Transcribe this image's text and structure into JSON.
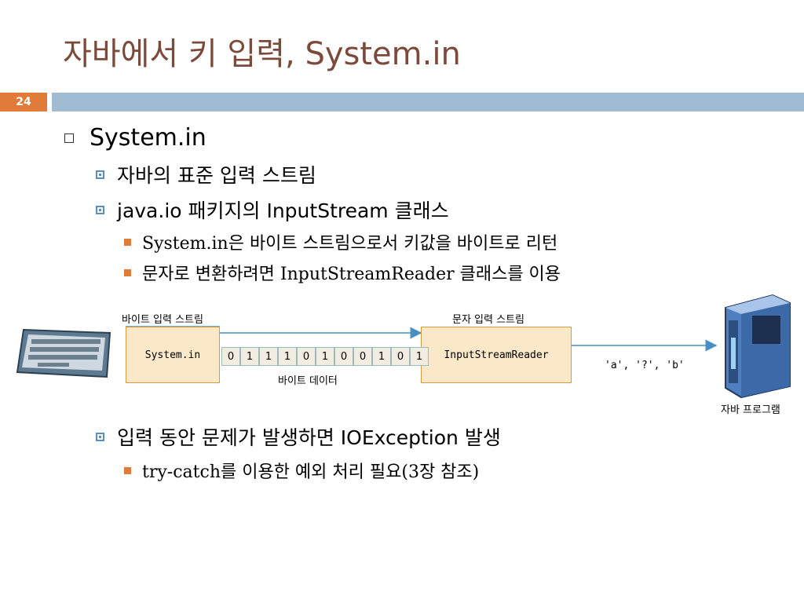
{
  "slide": {
    "title": "자바에서 키 입력, System.in",
    "number": "24"
  },
  "bullets": {
    "b1": "System.in",
    "b1_1": "자바의 표준 입력 스트림",
    "b1_2": "java.io 패키지의 InputStream 클래스",
    "b1_2_1": "System.in은 바이트 스트림으로서 키값을 바이트로 리턴",
    "b1_2_2": "문자로 변환하려면 InputStreamReader 클래스를 이용",
    "b2": "입력 동안 문제가 발생하면 IOException 발생",
    "b2_1": "try-catch를 이용한 예외 처리 필요(3장 참조)"
  },
  "diagram": {
    "byte_stream_label": "바이트 입력 스트림",
    "char_stream_label": "문자 입력 스트림",
    "system_in_box": "System.in",
    "reader_box": "InputStreamReader",
    "bits": [
      "0",
      "1",
      "1",
      "1",
      "0",
      "1",
      "0",
      "0",
      "1",
      "0",
      "1"
    ],
    "byte_data_label": "바이트 데이터",
    "chars_output": "'a', '?', 'b'",
    "program_label": "자바 프로그램",
    "colors": {
      "box_fill": "#fbe8c8",
      "box_border": "#d89c3c",
      "arrow": "#4a90c2"
    }
  }
}
